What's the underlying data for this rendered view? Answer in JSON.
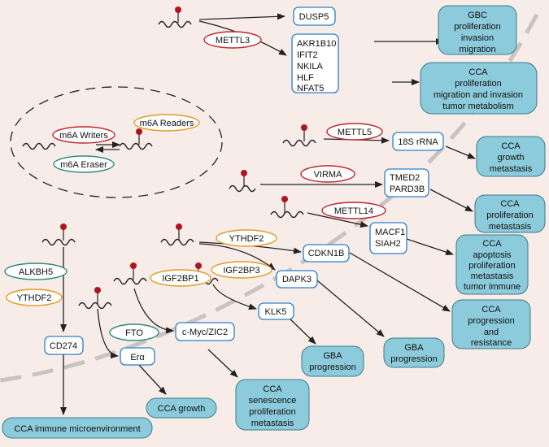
{
  "enzymes": {
    "mettl3": "METTL3",
    "mettl5": "METTL5",
    "virma": "VIRMA",
    "mettl14": "METTL14",
    "ythdf2_right": "YTHDF2",
    "igf2bp1": "IGF2BP1",
    "igf2bp3": "IGF2BP3",
    "alkbh5": "ALKBH5",
    "ythdf2_left": "YTHDF2",
    "fto": "FTO"
  },
  "legend": {
    "writers": "m6A Writers",
    "readers": "m6A Readers",
    "eraser": "m6A Eraser"
  },
  "targets": {
    "dusp5": "DUSP5",
    "group_mettl3": [
      "AKR1B10",
      "IFIT2",
      "NKILA",
      "HLF",
      "NFAT5"
    ],
    "rrna": "18S rRNA",
    "group_virma": [
      "TMED2",
      "PARD3B"
    ],
    "group_mettl14": [
      "MACF1",
      "SIAH2"
    ],
    "cdkn1b": "CDKN1B",
    "dapk3": "DAPK3",
    "klk5": "KLK5",
    "cmyc": "c-Myc/ZIC2",
    "cd274": "CD274",
    "era": "Erα"
  },
  "outcomes": {
    "gbc": [
      "GBC",
      "proliferation",
      "invasion",
      "migration"
    ],
    "cca_metab": [
      "CCA",
      "proliferation",
      "migration and invasion",
      "tumor metabolism"
    ],
    "cca_growth_met": [
      "CCA",
      "growth",
      "metastasis"
    ],
    "cca_prolif_met": [
      "CCA",
      "proliferation",
      "metastasis"
    ],
    "cca_apoptosis": [
      "CCA",
      "apoptosis",
      "proliferation",
      "metastasis",
      "tumor immune"
    ],
    "cca_progression": [
      "CCA",
      "progression",
      "and",
      "resistance"
    ],
    "gba_dapk3": [
      "GBA",
      "progression"
    ],
    "gba_klk5": [
      "GBA",
      "progression"
    ],
    "cca_senescence": [
      "CCA",
      "senescence",
      "proliferation",
      "metastasis"
    ],
    "cca_growth": "CCA growth",
    "cca_immune": "CCA immune microenvironment"
  },
  "colors": {
    "background": "#f7ece8",
    "gene_border": "#2a7fc9",
    "outcome_fill": "#8ccbdb",
    "writer_red": "#c0262d",
    "reader_orange": "#e39a22",
    "eraser_teal": "#2e8b7b",
    "m6a_dot": "#b0141c"
  }
}
